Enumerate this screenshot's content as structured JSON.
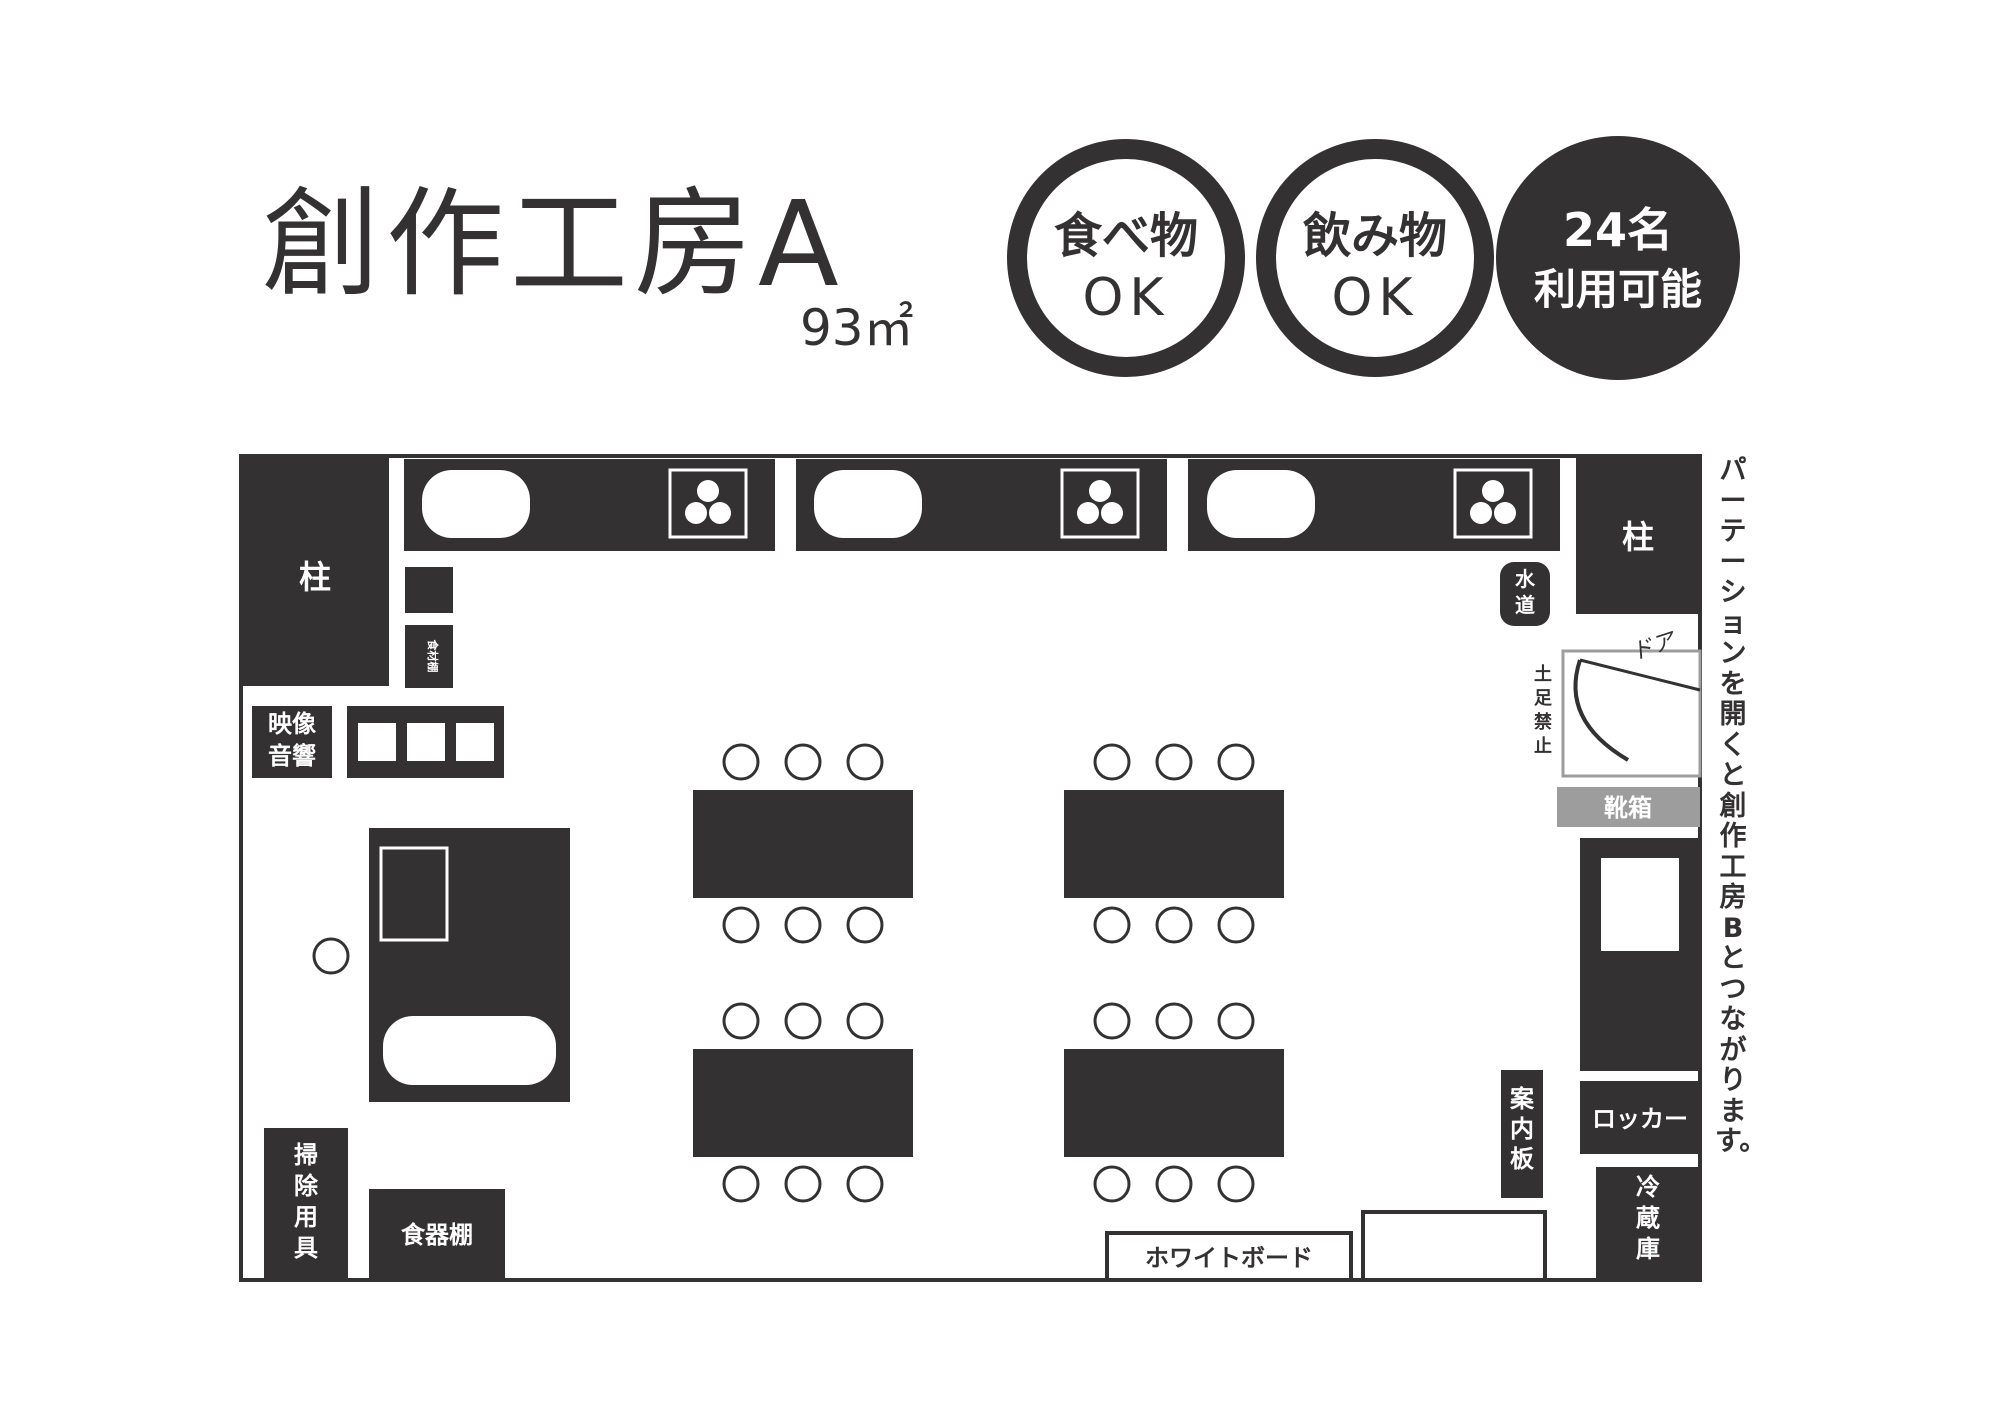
{
  "header": {
    "room_name": "創作工房A",
    "area": "93㎡"
  },
  "badges": {
    "food": {
      "line1": "食べ物",
      "line2": "OK"
    },
    "drink": {
      "line1": "飲み物",
      "line2": "OK"
    },
    "capacity": {
      "line1": "24名",
      "line2": "利用可能"
    }
  },
  "labels": {
    "pillar_left": "柱",
    "pillar_right": "柱",
    "food_material": "食材棚",
    "av": "映像音響",
    "cleaning": "掃除用具",
    "dish_shelf": "食器棚",
    "water": "水道",
    "door": "ドア",
    "no_shoes": "土足禁止",
    "shoe_box": "靴箱",
    "locker": "ロッカー",
    "fridge": "冷蔵庫",
    "info_board": "案内板",
    "whiteboard": "ホワイトボード",
    "partition_note": "パーテーションを開くと創作工房Bとつながります。"
  },
  "colors": {
    "dark": "#333132",
    "shoe_box": "#9d9d9d",
    "background": "#ffffff"
  }
}
